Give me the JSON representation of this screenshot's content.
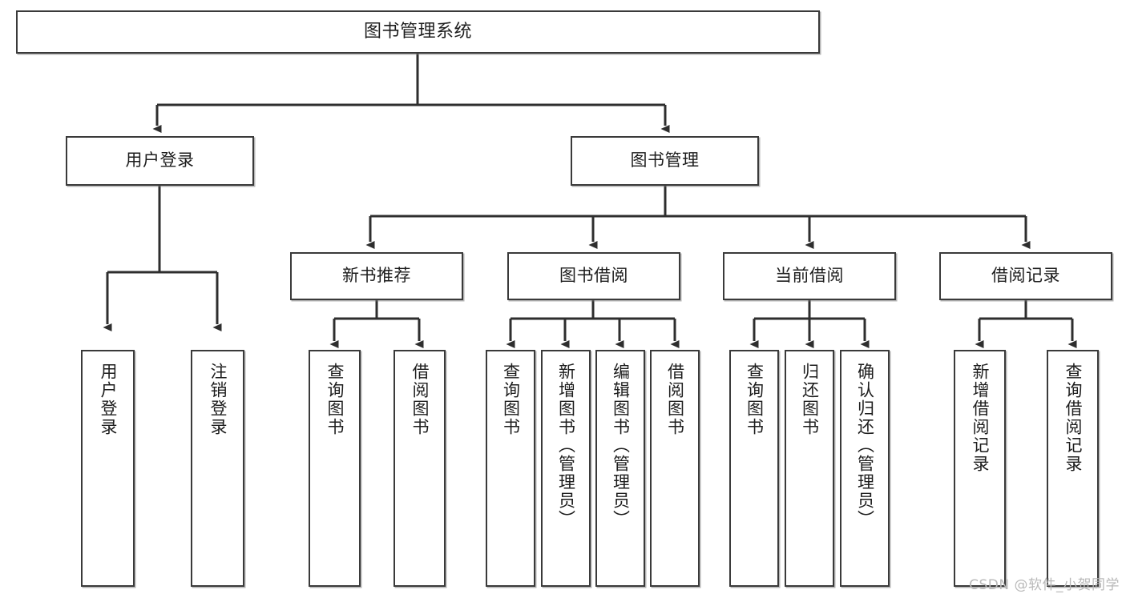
{
  "diagram": {
    "type": "tree",
    "orientation": "top-down",
    "title": "图书管理系统",
    "line_color": "#3a3a3a",
    "box_fill": "#ffffff",
    "text_color": "#1d1d1d"
  },
  "nodes": {
    "root": {
      "label": "图书管理系统",
      "level": 1
    },
    "level2": [
      {
        "id": "user-login",
        "label": "用户登录",
        "level": 2
      },
      {
        "id": "book-manage",
        "label": "图书管理",
        "level": 2
      }
    ],
    "level3": [
      {
        "id": "new-book-recommend",
        "label": "新书推荐",
        "level": 3,
        "parent": "book-manage"
      },
      {
        "id": "book-borrow",
        "label": "图书借阅",
        "level": 3,
        "parent": "book-manage"
      },
      {
        "id": "current-borrow",
        "label": "当前借阅",
        "level": 3,
        "parent": "book-manage"
      },
      {
        "id": "borrow-record",
        "label": "借阅记录",
        "level": 3,
        "parent": "book-manage"
      }
    ],
    "leaves": [
      {
        "id": "leaf-user-login",
        "label": "用户登录",
        "parent": "user-login"
      },
      {
        "id": "leaf-user-logout",
        "label": "注销登录",
        "parent": "user-login"
      },
      {
        "id": "leaf-query-book-1",
        "label": "查询图书",
        "parent": "new-book-recommend"
      },
      {
        "id": "leaf-borrow-book-1",
        "label": "借阅图书",
        "parent": "new-book-recommend"
      },
      {
        "id": "leaf-query-book-2",
        "label": "查询图书",
        "parent": "book-borrow"
      },
      {
        "id": "leaf-add-book",
        "label": "新增图书（管理员）",
        "parent": "book-borrow"
      },
      {
        "id": "leaf-edit-book",
        "label": "编辑图书（管理员）",
        "parent": "book-borrow"
      },
      {
        "id": "leaf-borrow-book-2",
        "label": "借阅图书",
        "parent": "book-borrow"
      },
      {
        "id": "leaf-query-book-3",
        "label": "查询图书",
        "parent": "current-borrow"
      },
      {
        "id": "leaf-return-book",
        "label": "归还图书",
        "parent": "current-borrow"
      },
      {
        "id": "leaf-confirm-return",
        "label": "确认归还（管理员）",
        "parent": "current-borrow"
      },
      {
        "id": "leaf-add-record",
        "label": "新增借阅记录",
        "parent": "borrow-record"
      },
      {
        "id": "leaf-query-record",
        "label": "查询借阅记录",
        "parent": "borrow-record"
      }
    ]
  },
  "watermark": {
    "text": "CSDN @软件_小贺同学"
  }
}
